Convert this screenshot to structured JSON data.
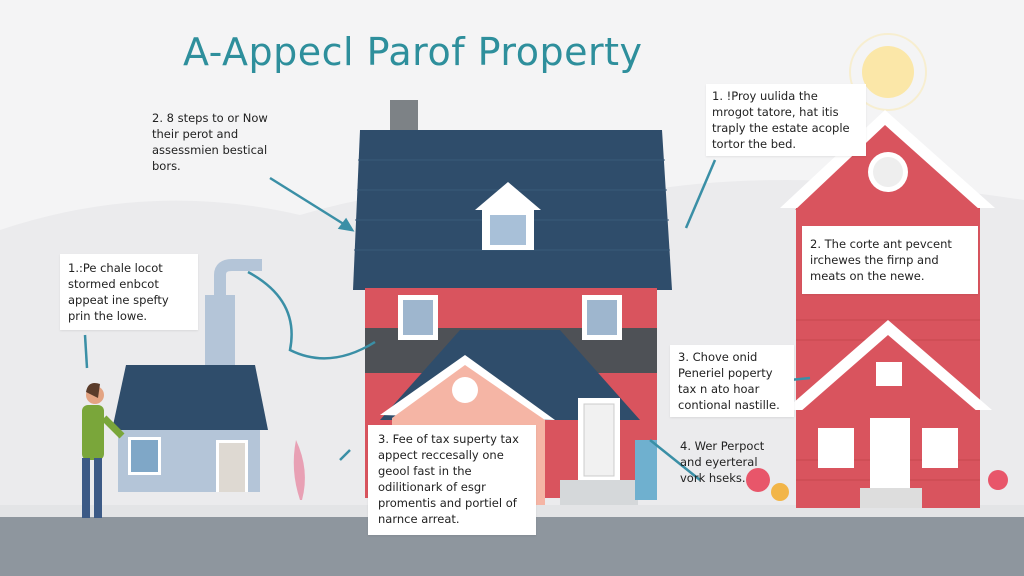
{
  "title": "A-Appecl Parof Property",
  "notes": {
    "top_left": "2. 8 steps to or Now their perot and assessmien bestical bors.",
    "top_right": "1. !Proy uulida the mrogot tatore, hat itis traply the estate acople tortor the bed.",
    "left": "1.:Pe chale locot stormed enbcot appeat ine spefty prin the lowe.",
    "right": "2. The corte ant pevcent irchewes the firnp and meats on the newe.",
    "bottom_center": "3. Fee of tax superty tax appect reccesally one geool fast in the odilitionark of esgr promentis and portiel of narnce arreat.",
    "mid_right": "3. Chove onid Peneriel poperty tax n ato hoar contional nastille.",
    "bottom_right": "4. Wer Perpoct and eyerteral vork hseks."
  },
  "colors": {
    "title": "#2e8f9c",
    "roof": "#2f4d6b",
    "house_red": "#d9545e",
    "arrow": "#3a8fa6",
    "ground": "#8e969e"
  }
}
